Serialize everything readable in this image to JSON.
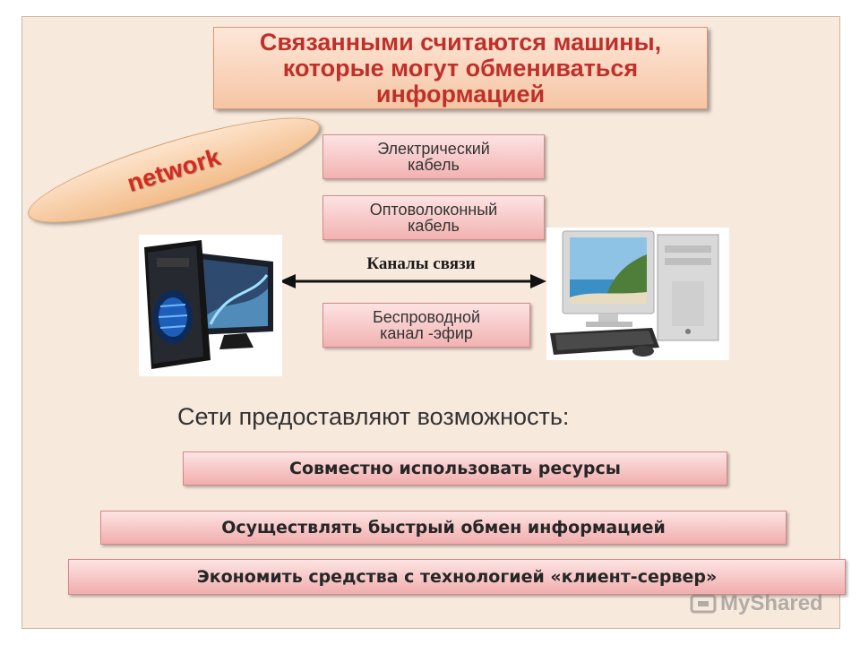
{
  "title": {
    "line1": "Связанными считаются машины,",
    "line2": "которые могут обмениваться",
    "line3": "информацией"
  },
  "network_label": "network",
  "channels": {
    "electric": {
      "line1": "Электрический",
      "line2": "кабель"
    },
    "fiber": {
      "line1": "Оптоволоконный",
      "line2": "кабель"
    },
    "wireless": {
      "line1": "Беспроводной",
      "line2": "канал -эфир"
    },
    "label": "Каналы связи"
  },
  "subtitle": "Сети предоставляют возможность:",
  "capabilities": [
    "Совместно использовать ресурсы",
    "Осуществлять быстрый обмен информацией",
    "Экономить средства с технологией «клиент-сервер»"
  ],
  "watermark": "MyShared",
  "colors": {
    "title_text": "#c0302a",
    "network_text": "#d62a1f",
    "slide_bg": "#f8e9dd"
  }
}
